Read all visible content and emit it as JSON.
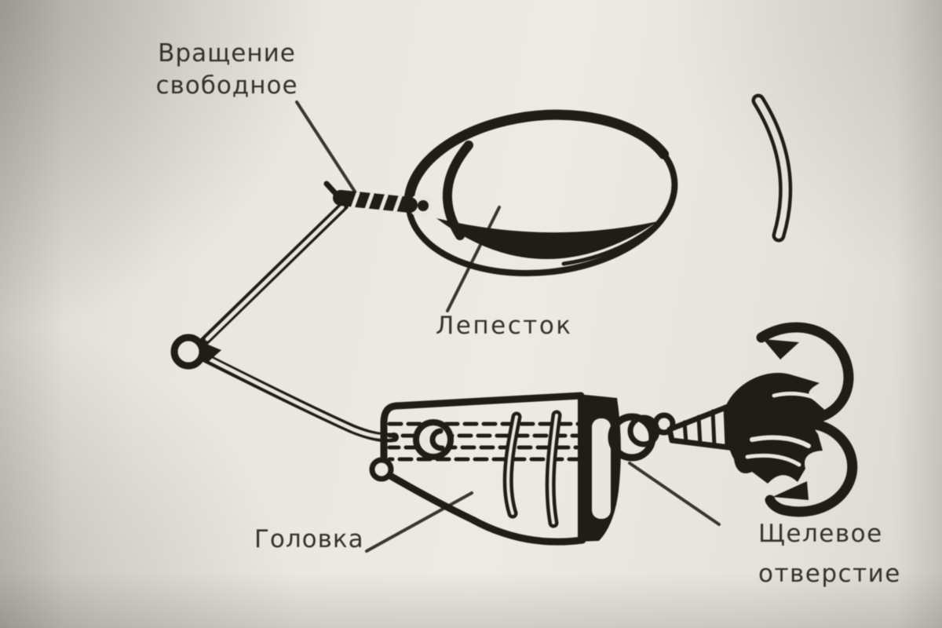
{
  "figure": {
    "ink_color": "#201d18",
    "paper_color": "#e9e6df"
  },
  "labels": {
    "rotation": {
      "text": "Вращение\nсвободное"
    },
    "blade": {
      "text": "Лепесток"
    },
    "head": {
      "text": "Головка"
    },
    "slot": {
      "text": "Щелевое\nотверстие"
    }
  }
}
